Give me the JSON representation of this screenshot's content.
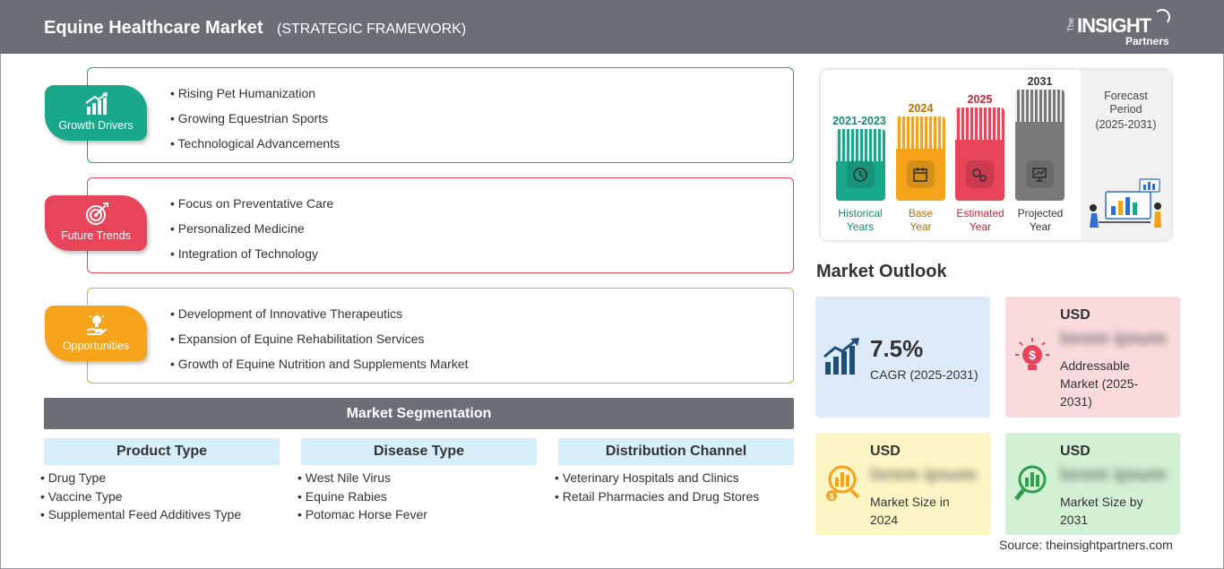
{
  "header": {
    "title": "Equine Healthcare Market",
    "subtitle": "(STRATEGIC FRAMEWORK)",
    "logo": {
      "the": "The",
      "insight": "INSIGHT",
      "partners": "Partners"
    }
  },
  "framework": [
    {
      "label": "Growth Drivers",
      "color": "#1aa88a",
      "icon": "growth-chart-icon",
      "items": [
        "Rising Pet Humanization",
        "Growing Equestrian Sports",
        "Technological Advancements"
      ]
    },
    {
      "label": "Future Trends",
      "color": "#e8445a",
      "icon": "target-icon",
      "items": [
        "Focus on Preventative Care",
        "Personalized Medicine",
        "Integration of Technology"
      ]
    },
    {
      "label": "Opportunities",
      "color": "#f4a31b",
      "icon": "lightbulb-hand-icon",
      "items": [
        "Development of Innovative Therapeutics",
        "Expansion of Equine Rehabilitation Services",
        "Growth of Equine Nutrition and Supplements Market"
      ]
    }
  ],
  "segmentation": {
    "title": "Market Segmentation",
    "columns": [
      {
        "head": "Product Type",
        "items": [
          "Drug Type",
          "Vaccine Type",
          "Supplemental Feed Additives Type"
        ]
      },
      {
        "head": "Disease Type",
        "items": [
          "West Nile Virus",
          "Equine Rabies",
          "Potomac Horse Fever"
        ]
      },
      {
        "head": "Distribution Channel",
        "items": [
          "Veterinary Hospitals and Clinics",
          "Retail Pharmacies and Drug Stores"
        ]
      }
    ]
  },
  "timeline": {
    "bars": [
      {
        "year": "2021-2023",
        "label_line1": "Historical",
        "label_line2": "Years",
        "color": "#1aa88a",
        "year_color": "#1a8a70",
        "label_color": "#1a8a70",
        "icon": "history-clock-icon"
      },
      {
        "year": "2024",
        "label_line1": "Base",
        "label_line2": "Year",
        "color": "#f4a31b",
        "year_color": "#b86e00",
        "label_color": "#b86e00",
        "icon": "calendar-icon"
      },
      {
        "year": "2025",
        "label_line1": "Estimated",
        "label_line2": "Year",
        "color": "#e8445a",
        "year_color": "#c0283c",
        "label_color": "#c0283c",
        "icon": "estimate-gears-icon"
      },
      {
        "year": "2031",
        "label_line1": "Projected",
        "label_line2": "Year",
        "color": "#7a7a7a",
        "year_color": "#333333",
        "label_color": "#333333",
        "icon": "presentation-board-icon"
      }
    ],
    "forecast_title": "Forecast Period",
    "forecast_range": "(2025-2031)"
  },
  "outlook": {
    "title": "Market Outlook",
    "cards": [
      {
        "kind": "cagr",
        "value": "7.5%",
        "desc": "CAGR (2025-2031)",
        "bg": "#dcebf7",
        "icon": "rising-bars-icon"
      },
      {
        "kind": "usd",
        "currency": "USD",
        "value": "lorem ipsum",
        "desc": "Addressable Market (2025-2031)",
        "bg": "#fadadd",
        "icon": "dollar-bulb-icon"
      },
      {
        "kind": "usd",
        "currency": "USD",
        "value": "lorem ipsum",
        "desc": "Market Size in 2024",
        "bg": "#fdf6c4",
        "icon": "dollar-magnifier-icon"
      },
      {
        "kind": "usd",
        "currency": "USD",
        "value": "lorem ipsum",
        "desc": "Market Size by 2031",
        "bg": "#d2f0d4",
        "icon": "chart-magnifier-icon"
      }
    ]
  },
  "source": "Source: theinsightpartners.com"
}
